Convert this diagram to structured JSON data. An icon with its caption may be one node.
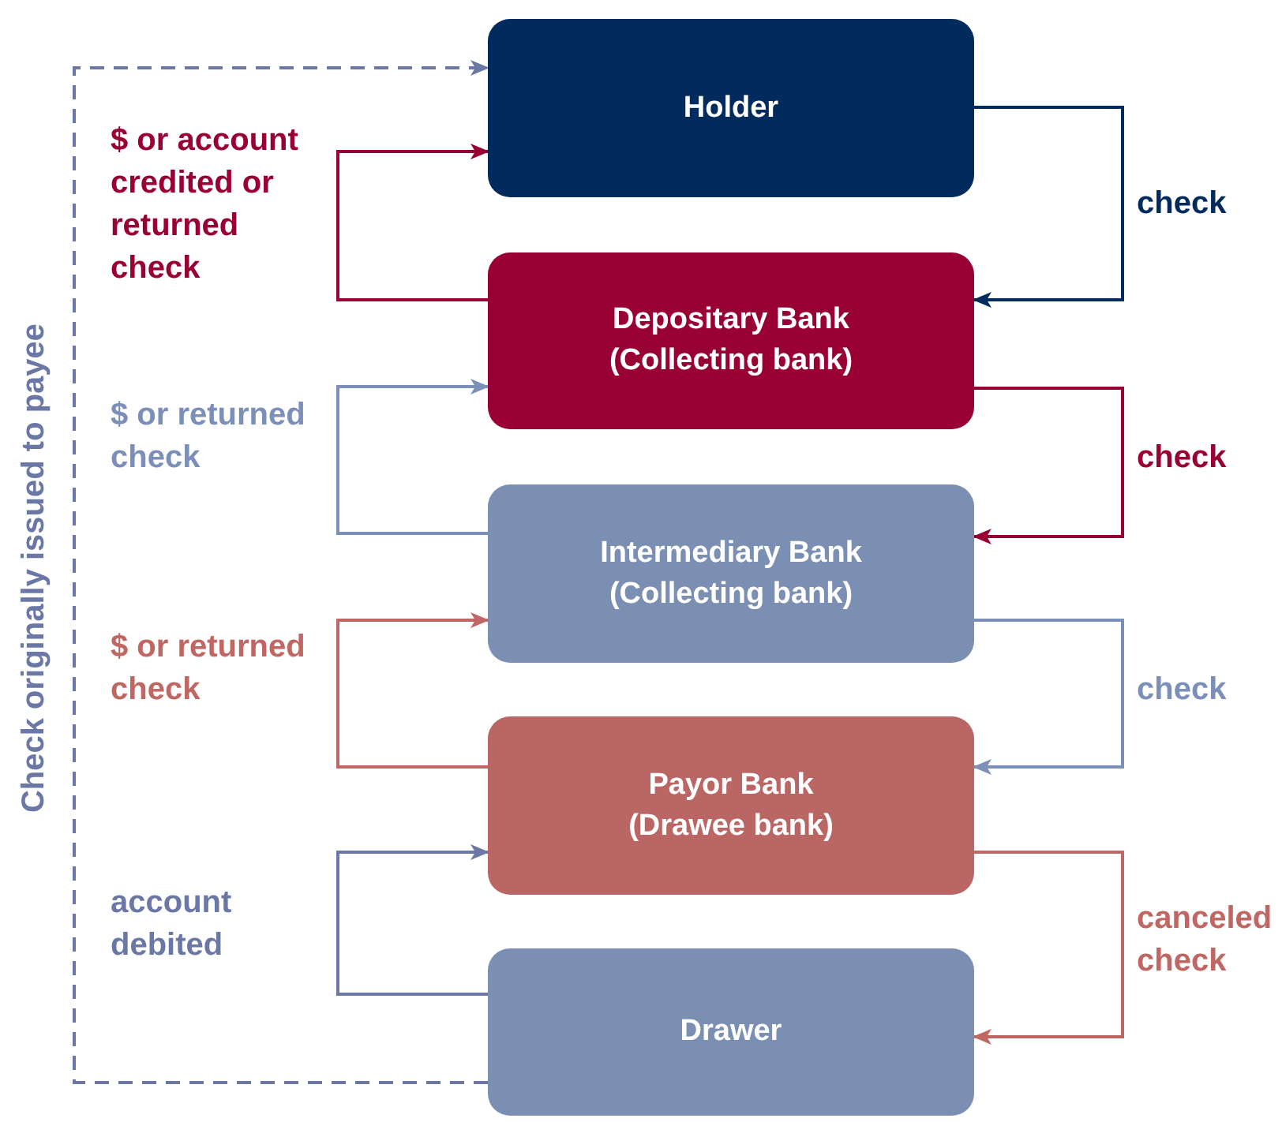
{
  "diagram": {
    "nodes": [
      {
        "text": [
          "Holder"
        ]
      },
      {
        "text": [
          "Depositary Bank",
          "(Collecting bank)"
        ]
      },
      {
        "text": [
          "Intermediary Bank",
          "(Collecting bank)"
        ]
      },
      {
        "text": [
          "Payor Bank",
          "(Drawee bank)"
        ]
      },
      {
        "text": [
          "Drawer"
        ]
      }
    ],
    "edges": [
      {
        "from": 4,
        "to": 0,
        "arrow": "to",
        "style": "dashed",
        "color": "#6b78a6",
        "label": "Check originally issued to payee"
      },
      {
        "from": 0,
        "to": 1,
        "arrow": "to",
        "color": "#002b5c",
        "label": "check"
      },
      {
        "from": 1,
        "to": 0,
        "arrow": "to",
        "color": "#990033",
        "label": "$ or account credited or returned check"
      },
      {
        "from": 1,
        "to": 2,
        "arrow": "to",
        "color": "#990033",
        "label": "check"
      },
      {
        "from": 2,
        "to": 1,
        "arrow": "to",
        "color": "#7b8fb8",
        "label": "$ or returned check"
      },
      {
        "from": 2,
        "to": 3,
        "arrow": "to",
        "color": "#7b8fb8",
        "label": "check"
      },
      {
        "from": 3,
        "to": 2,
        "arrow": "to",
        "color": "#c06663",
        "label": "$ or returned check"
      },
      {
        "from": 3,
        "to": 4,
        "arrow": "to",
        "color": "#c06663",
        "label": "canceled check"
      },
      {
        "from": 4,
        "to": 3,
        "arrow": "to",
        "color": "#6b78a6",
        "label": "account debited"
      }
    ]
  }
}
